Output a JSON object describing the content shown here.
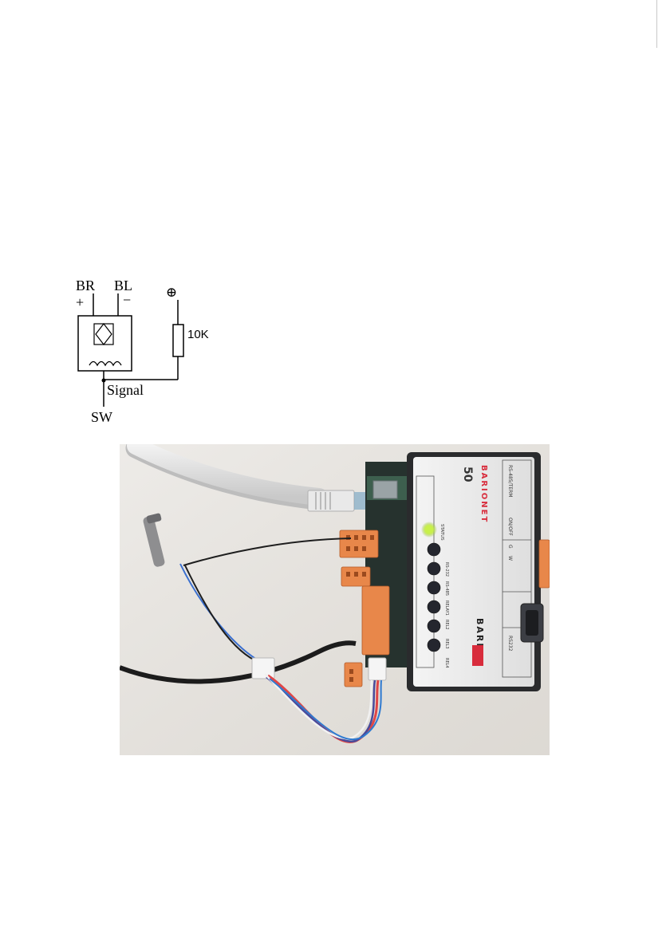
{
  "schematic": {
    "left_wire_label": "BR",
    "right_wire_label": "BL",
    "plus_sign": "+",
    "minus_sign": "−",
    "supply_symbol": "⊕",
    "resistor_value": "10K",
    "node_label": "Signal",
    "output_label": "SW"
  },
  "photo": {
    "brand_name": "BARIONET",
    "model_number": "50",
    "manufacturer_mark": "BARIX",
    "status_led_label": "STATUS",
    "status_led_color": "#c8f04a",
    "led_labels": [
      "STATUS",
      "RS-232",
      "RS-485",
      "RELAY1",
      "REL2",
      "REL3",
      "REL4"
    ],
    "side_labels": [
      "RS-485/TERM",
      "ON/OFF",
      "G",
      "W",
      "RS232"
    ],
    "connector_color": "#e8874a",
    "housing_color": "#2a2b2d",
    "panel_color": "#ebebeb",
    "accent_color": "#d82c3c"
  }
}
